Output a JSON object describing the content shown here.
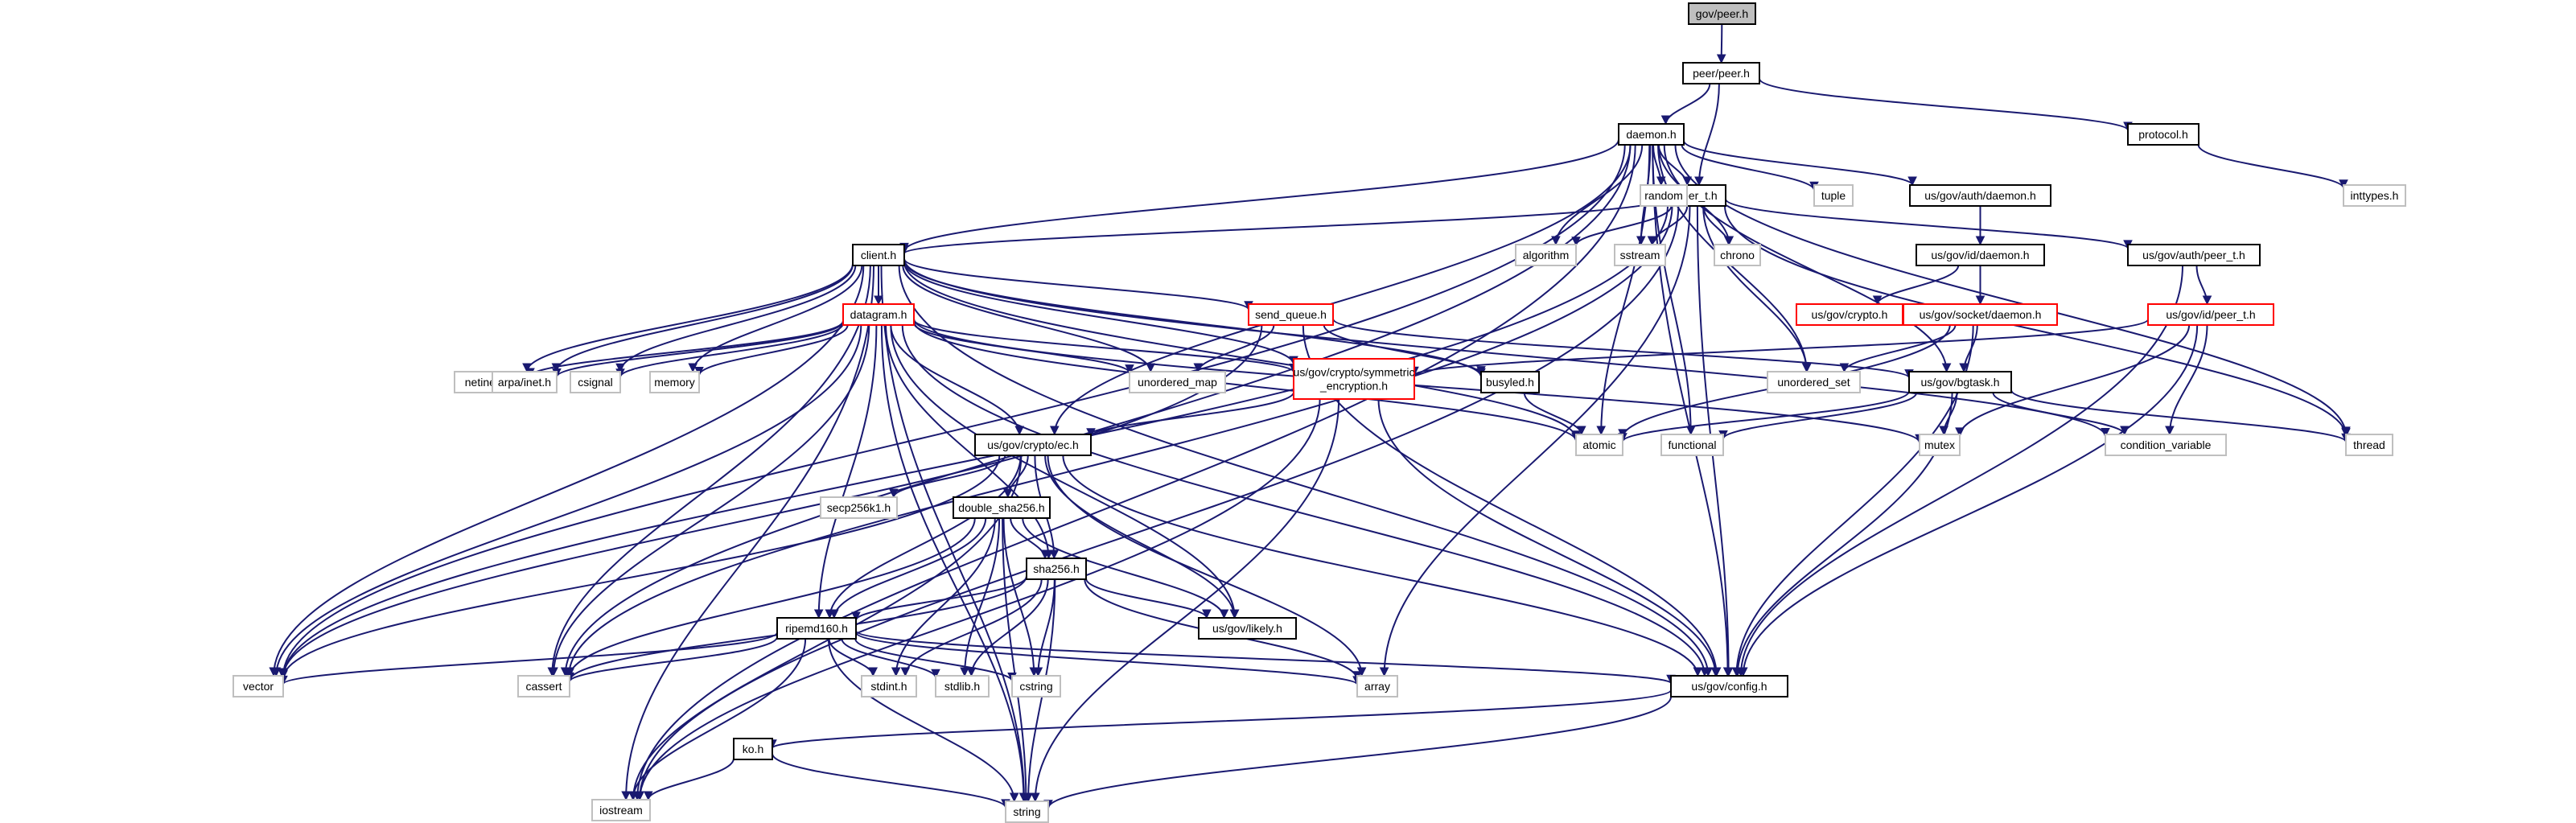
{
  "diagram": {
    "colors": {
      "edge": "#191970",
      "file_border": "#000000",
      "truncated_border": "#ff0000",
      "system_border": "#bfbfbf",
      "current_fill": "#bfbfbf"
    },
    "nodes": [
      {
        "id": "gov_peer_h",
        "label": "gov/peer.h",
        "kind": "current"
      },
      {
        "id": "peer_peer_h",
        "label": "peer/peer.h",
        "kind": "file"
      },
      {
        "id": "daemon_h",
        "label": "daemon.h",
        "kind": "file"
      },
      {
        "id": "protocol_h",
        "label": "protocol.h",
        "kind": "file"
      },
      {
        "id": "inttypes_h",
        "label": "inttypes.h",
        "kind": "system"
      },
      {
        "id": "peer_t_h",
        "label": "peer_t.h",
        "kind": "file"
      },
      {
        "id": "random",
        "label": "random",
        "kind": "system"
      },
      {
        "id": "tuple",
        "label": "tuple",
        "kind": "system"
      },
      {
        "id": "auth_daemon_h",
        "label": "us/gov/auth/daemon.h",
        "kind": "file"
      },
      {
        "id": "algorithm",
        "label": "algorithm",
        "kind": "system"
      },
      {
        "id": "sstream",
        "label": "sstream",
        "kind": "system"
      },
      {
        "id": "chrono",
        "label": "chrono",
        "kind": "system"
      },
      {
        "id": "client_h",
        "label": "client.h",
        "kind": "file"
      },
      {
        "id": "id_daemon_h",
        "label": "us/gov/id/daemon.h",
        "kind": "file"
      },
      {
        "id": "auth_peer_t_h",
        "label": "us/gov/auth/peer_t.h",
        "kind": "file"
      },
      {
        "id": "datagram_h",
        "label": "datagram.h",
        "kind": "truncated"
      },
      {
        "id": "send_queue_h",
        "label": "send_queue.h",
        "kind": "truncated"
      },
      {
        "id": "crypto_h",
        "label": "us/gov/crypto.h",
        "kind": "truncated"
      },
      {
        "id": "socket_daemon_h",
        "label": "us/gov/socket/daemon.h",
        "kind": "truncated"
      },
      {
        "id": "id_peer_t_h",
        "label": "us/gov/id/peer_t.h",
        "kind": "truncated"
      },
      {
        "id": "netinet_in_h",
        "label": "netinet/in.h",
        "kind": "system"
      },
      {
        "id": "arpa_inet_h",
        "label": "arpa/inet.h",
        "kind": "system"
      },
      {
        "id": "csignal",
        "label": "csignal",
        "kind": "system"
      },
      {
        "id": "memory",
        "label": "memory",
        "kind": "system"
      },
      {
        "id": "unordered_map",
        "label": "unordered_map",
        "kind": "system"
      },
      {
        "id": "sym_enc_h",
        "label": "us/gov/crypto/symmetric\n_encryption.h",
        "kind": "truncated"
      },
      {
        "id": "busyled_h",
        "label": "busyled.h",
        "kind": "file"
      },
      {
        "id": "unordered_set",
        "label": "unordered_set",
        "kind": "system"
      },
      {
        "id": "bgtask_h",
        "label": "us/gov/bgtask.h",
        "kind": "file"
      },
      {
        "id": "atomic",
        "label": "atomic",
        "kind": "system"
      },
      {
        "id": "functional",
        "label": "functional",
        "kind": "system"
      },
      {
        "id": "mutex",
        "label": "mutex",
        "kind": "system"
      },
      {
        "id": "condition_variable",
        "label": "condition_variable",
        "kind": "system"
      },
      {
        "id": "thread",
        "label": "thread",
        "kind": "system"
      },
      {
        "id": "ec_h",
        "label": "us/gov/crypto/ec.h",
        "kind": "file"
      },
      {
        "id": "secp256k1_h",
        "label": "secp256k1.h",
        "kind": "system"
      },
      {
        "id": "double_sha256_h",
        "label": "double_sha256.h",
        "kind": "file"
      },
      {
        "id": "sha256_h",
        "label": "sha256.h",
        "kind": "file"
      },
      {
        "id": "likely_h",
        "label": "us/gov/likely.h",
        "kind": "file"
      },
      {
        "id": "ripemd160_h",
        "label": "ripemd160.h",
        "kind": "file"
      },
      {
        "id": "vector",
        "label": "vector",
        "kind": "system"
      },
      {
        "id": "cassert",
        "label": "cassert",
        "kind": "system"
      },
      {
        "id": "stdint_h",
        "label": "stdint.h",
        "kind": "system"
      },
      {
        "id": "stdlib_h",
        "label": "stdlib.h",
        "kind": "system"
      },
      {
        "id": "cstring",
        "label": "cstring",
        "kind": "system"
      },
      {
        "id": "array",
        "label": "array",
        "kind": "system"
      },
      {
        "id": "config_h",
        "label": "us/gov/config.h",
        "kind": "file"
      },
      {
        "id": "ko_h",
        "label": "ko.h",
        "kind": "file"
      },
      {
        "id": "iostream",
        "label": "iostream",
        "kind": "system"
      },
      {
        "id": "string",
        "label": "string",
        "kind": "system"
      }
    ],
    "edges": [
      [
        "gov_peer_h",
        "peer_peer_h"
      ],
      [
        "peer_peer_h",
        "daemon_h"
      ],
      [
        "peer_peer_h",
        "peer_t_h"
      ],
      [
        "peer_peer_h",
        "protocol_h"
      ],
      [
        "protocol_h",
        "inttypes_h"
      ],
      [
        "daemon_h",
        "peer_t_h"
      ],
      [
        "daemon_h",
        "client_h"
      ],
      [
        "daemon_h",
        "random"
      ],
      [
        "daemon_h",
        "tuple"
      ],
      [
        "daemon_h",
        "auth_daemon_h"
      ],
      [
        "daemon_h",
        "algorithm"
      ],
      [
        "daemon_h",
        "sstream"
      ],
      [
        "daemon_h",
        "chrono"
      ],
      [
        "daemon_h",
        "unordered_set"
      ],
      [
        "daemon_h",
        "bgtask_h"
      ],
      [
        "daemon_h",
        "atomic"
      ],
      [
        "daemon_h",
        "functional"
      ],
      [
        "daemon_h",
        "ec_h"
      ],
      [
        "daemon_h",
        "thread"
      ],
      [
        "daemon_h",
        "config_h"
      ],
      [
        "daemon_h",
        "vector"
      ],
      [
        "daemon_h",
        "cassert"
      ],
      [
        "daemon_h",
        "iostream"
      ],
      [
        "auth_daemon_h",
        "id_daemon_h"
      ],
      [
        "peer_t_h",
        "client_h"
      ],
      [
        "peer_t_h",
        "algorithm"
      ],
      [
        "peer_t_h",
        "sstream"
      ],
      [
        "peer_t_h",
        "chrono"
      ],
      [
        "peer_t_h",
        "auth_peer_t_h"
      ],
      [
        "peer_t_h",
        "unordered_set"
      ],
      [
        "peer_t_h",
        "array"
      ],
      [
        "peer_t_h",
        "vector"
      ],
      [
        "peer_t_h",
        "cassert"
      ],
      [
        "peer_t_h",
        "iostream"
      ],
      [
        "peer_t_h",
        "config_h"
      ],
      [
        "peer_t_h",
        "thread"
      ],
      [
        "id_daemon_h",
        "crypto_h"
      ],
      [
        "id_daemon_h",
        "socket_daemon_h"
      ],
      [
        "auth_peer_t_h",
        "id_peer_t_h"
      ],
      [
        "auth_peer_t_h",
        "config_h"
      ],
      [
        "socket_daemon_h",
        "bgtask_h"
      ],
      [
        "socket_daemon_h",
        "unordered_set"
      ],
      [
        "socket_daemon_h",
        "atomic"
      ],
      [
        "socket_daemon_h",
        "config_h"
      ],
      [
        "id_peer_t_h",
        "sym_enc_h"
      ],
      [
        "id_peer_t_h",
        "mutex"
      ],
      [
        "id_peer_t_h",
        "condition_variable"
      ],
      [
        "id_peer_t_h",
        "config_h"
      ],
      [
        "client_h",
        "datagram_h"
      ],
      [
        "client_h",
        "send_queue_h"
      ],
      [
        "client_h",
        "netinet_in_h"
      ],
      [
        "client_h",
        "arpa_inet_h"
      ],
      [
        "client_h",
        "csignal"
      ],
      [
        "client_h",
        "memory"
      ],
      [
        "client_h",
        "unordered_map"
      ],
      [
        "client_h",
        "sym_enc_h"
      ],
      [
        "client_h",
        "busyled_h"
      ],
      [
        "client_h",
        "atomic"
      ],
      [
        "client_h",
        "condition_variable"
      ],
      [
        "client_h",
        "config_h"
      ],
      [
        "client_h",
        "vector"
      ],
      [
        "client_h",
        "cassert"
      ],
      [
        "client_h",
        "string"
      ],
      [
        "client_h",
        "iostream"
      ],
      [
        "datagram_h",
        "netinet_in_h"
      ],
      [
        "datagram_h",
        "arpa_inet_h"
      ],
      [
        "datagram_h",
        "csignal"
      ],
      [
        "datagram_h",
        "memory"
      ],
      [
        "datagram_h",
        "unordered_map"
      ],
      [
        "datagram_h",
        "sym_enc_h"
      ],
      [
        "datagram_h",
        "ec_h"
      ],
      [
        "datagram_h",
        "sha256_h"
      ],
      [
        "datagram_h",
        "likely_h"
      ],
      [
        "datagram_h",
        "ripemd160_h"
      ],
      [
        "datagram_h",
        "config_h"
      ],
      [
        "datagram_h",
        "mutex"
      ],
      [
        "datagram_h",
        "atomic"
      ],
      [
        "datagram_h",
        "vector"
      ],
      [
        "datagram_h",
        "cassert"
      ],
      [
        "datagram_h",
        "string"
      ],
      [
        "send_queue_h",
        "unordered_map"
      ],
      [
        "send_queue_h",
        "busyled_h"
      ],
      [
        "send_queue_h",
        "bgtask_h"
      ],
      [
        "send_queue_h",
        "config_h"
      ],
      [
        "send_queue_h",
        "vector"
      ],
      [
        "busyled_h",
        "atomic"
      ],
      [
        "bgtask_h",
        "atomic"
      ],
      [
        "bgtask_h",
        "functional"
      ],
      [
        "bgtask_h",
        "mutex"
      ],
      [
        "bgtask_h",
        "condition_variable"
      ],
      [
        "bgtask_h",
        "thread"
      ],
      [
        "bgtask_h",
        "config_h"
      ],
      [
        "sym_enc_h",
        "ec_h"
      ],
      [
        "sym_enc_h",
        "config_h"
      ],
      [
        "sym_enc_h",
        "iostream"
      ],
      [
        "sym_enc_h",
        "string"
      ],
      [
        "ec_h",
        "secp256k1_h"
      ],
      [
        "ec_h",
        "double_sha256_h"
      ],
      [
        "ec_h",
        "sha256_h"
      ],
      [
        "ec_h",
        "ripemd160_h"
      ],
      [
        "ec_h",
        "likely_h"
      ],
      [
        "ec_h",
        "array"
      ],
      [
        "ec_h",
        "config_h"
      ],
      [
        "ec_h",
        "vector"
      ],
      [
        "ec_h",
        "iostream"
      ],
      [
        "double_sha256_h",
        "sha256_h"
      ],
      [
        "double_sha256_h",
        "ripemd160_h"
      ],
      [
        "double_sha256_h",
        "likely_h"
      ],
      [
        "double_sha256_h",
        "cassert"
      ],
      [
        "double_sha256_h",
        "stdint_h"
      ],
      [
        "double_sha256_h",
        "stdlib_h"
      ],
      [
        "double_sha256_h",
        "cstring"
      ],
      [
        "double_sha256_h",
        "string"
      ],
      [
        "sha256_h",
        "ripemd160_h"
      ],
      [
        "sha256_h",
        "likely_h"
      ],
      [
        "sha256_h",
        "cassert"
      ],
      [
        "sha256_h",
        "stdint_h"
      ],
      [
        "sha256_h",
        "stdlib_h"
      ],
      [
        "sha256_h",
        "cstring"
      ],
      [
        "sha256_h",
        "array"
      ],
      [
        "sha256_h",
        "string"
      ],
      [
        "ripemd160_h",
        "vector"
      ],
      [
        "ripemd160_h",
        "cassert"
      ],
      [
        "ripemd160_h",
        "stdint_h"
      ],
      [
        "ripemd160_h",
        "stdlib_h"
      ],
      [
        "ripemd160_h",
        "cstring"
      ],
      [
        "ripemd160_h",
        "array"
      ],
      [
        "ripemd160_h",
        "config_h"
      ],
      [
        "ripemd160_h",
        "iostream"
      ],
      [
        "ripemd160_h",
        "string"
      ],
      [
        "config_h",
        "ko_h"
      ],
      [
        "config_h",
        "string"
      ],
      [
        "ko_h",
        "iostream"
      ],
      [
        "ko_h",
        "string"
      ]
    ]
  }
}
